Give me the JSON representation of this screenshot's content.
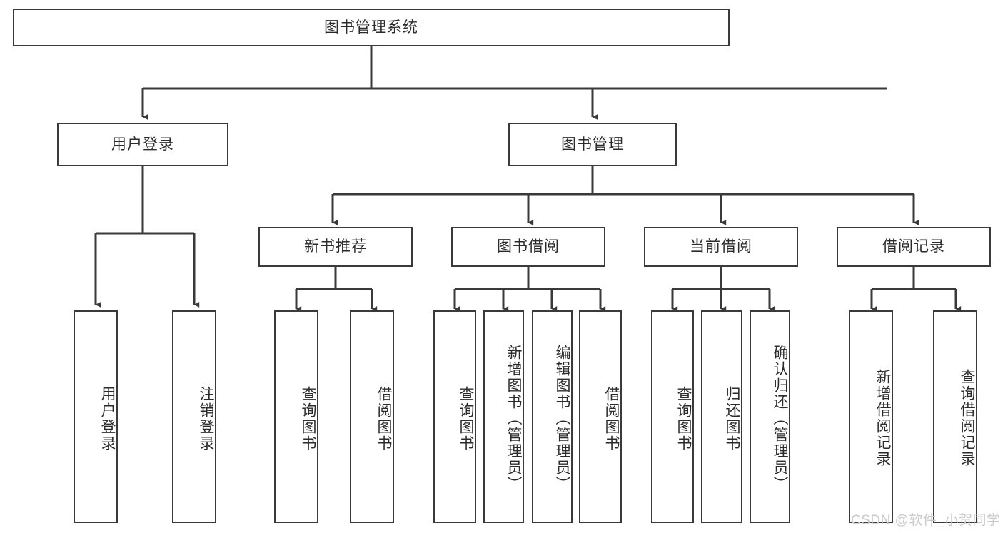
{
  "diagram": {
    "title": "图书管理系统",
    "type": "tree-hierarchy-diagram",
    "watermark": "CSDN @软件_小贺同学",
    "colors": {
      "background": "#ffffff",
      "node_border": "#3a3a3a",
      "node_fill": "#ffffff",
      "text": "#2b2b2b",
      "connector": "#3a3a3a",
      "watermark": "#c9c9c9"
    },
    "root": {
      "label": "图书管理系统"
    },
    "level2": [
      {
        "id": "user-login",
        "label": "用户登录"
      },
      {
        "id": "book-management",
        "label": "图书管理"
      }
    ],
    "level3": [
      {
        "id": "new-book-recommend",
        "label": "新书推荐",
        "parent": "book-management"
      },
      {
        "id": "book-borrow",
        "label": "图书借阅",
        "parent": "book-management"
      },
      {
        "id": "current-borrow",
        "label": "当前借阅",
        "parent": "book-management"
      },
      {
        "id": "borrow-record",
        "label": "借阅记录",
        "parent": "book-management"
      }
    ],
    "leaves": {
      "user_login": [
        {
          "id": "leaf-user-login",
          "label": "用户登录"
        },
        {
          "id": "leaf-logout-login",
          "label": "注销登录"
        }
      ],
      "new_book_recommend": [
        {
          "id": "leaf-query-book-1",
          "label": "查询图书"
        },
        {
          "id": "leaf-borrow-book-1",
          "label": "借阅图书"
        }
      ],
      "book_borrow": [
        {
          "id": "leaf-query-book-2",
          "label": "查询图书"
        },
        {
          "id": "leaf-add-book",
          "label": "新增图书（管理员）"
        },
        {
          "id": "leaf-edit-book",
          "label": "编辑图书（管理员）"
        },
        {
          "id": "leaf-borrow-book-2",
          "label": "借阅图书"
        }
      ],
      "current_borrow": [
        {
          "id": "leaf-query-book-3",
          "label": "查询图书"
        },
        {
          "id": "leaf-return-book",
          "label": "归还图书"
        },
        {
          "id": "leaf-confirm-return",
          "label": "确认归还（管理员）"
        }
      ],
      "borrow_record": [
        {
          "id": "leaf-add-record",
          "label": "新增借阅记录"
        },
        {
          "id": "leaf-query-record",
          "label": "查询借阅记录"
        }
      ]
    }
  }
}
